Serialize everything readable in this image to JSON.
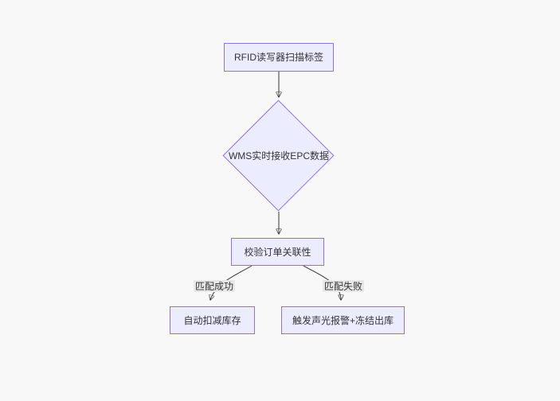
{
  "diagram": {
    "type": "flowchart",
    "direction": "top-down",
    "colors": {
      "background": "#f8f8f8",
      "node_fill": "#ececff",
      "node_border": "#9370db",
      "edge": "#333333",
      "edge_label_bg": "#e8e8e8",
      "text": "#333333"
    },
    "nodes": {
      "scan": {
        "label": "RFID读写器扫描标签",
        "shape": "rect"
      },
      "receive": {
        "label": "WMS实时接收EPC数据",
        "shape": "diamond"
      },
      "verify": {
        "label": "校验订单关联性",
        "shape": "rect"
      },
      "deduct": {
        "label": "自动扣减库存",
        "shape": "rect"
      },
      "alarm": {
        "label": "触发声光报警+冻结出库",
        "shape": "rect"
      }
    },
    "edges": [
      {
        "from": "scan",
        "to": "receive",
        "label": ""
      },
      {
        "from": "receive",
        "to": "verify",
        "label": ""
      },
      {
        "from": "verify",
        "to": "deduct",
        "label": "匹配成功"
      },
      {
        "from": "verify",
        "to": "alarm",
        "label": "匹配失败"
      }
    ]
  }
}
